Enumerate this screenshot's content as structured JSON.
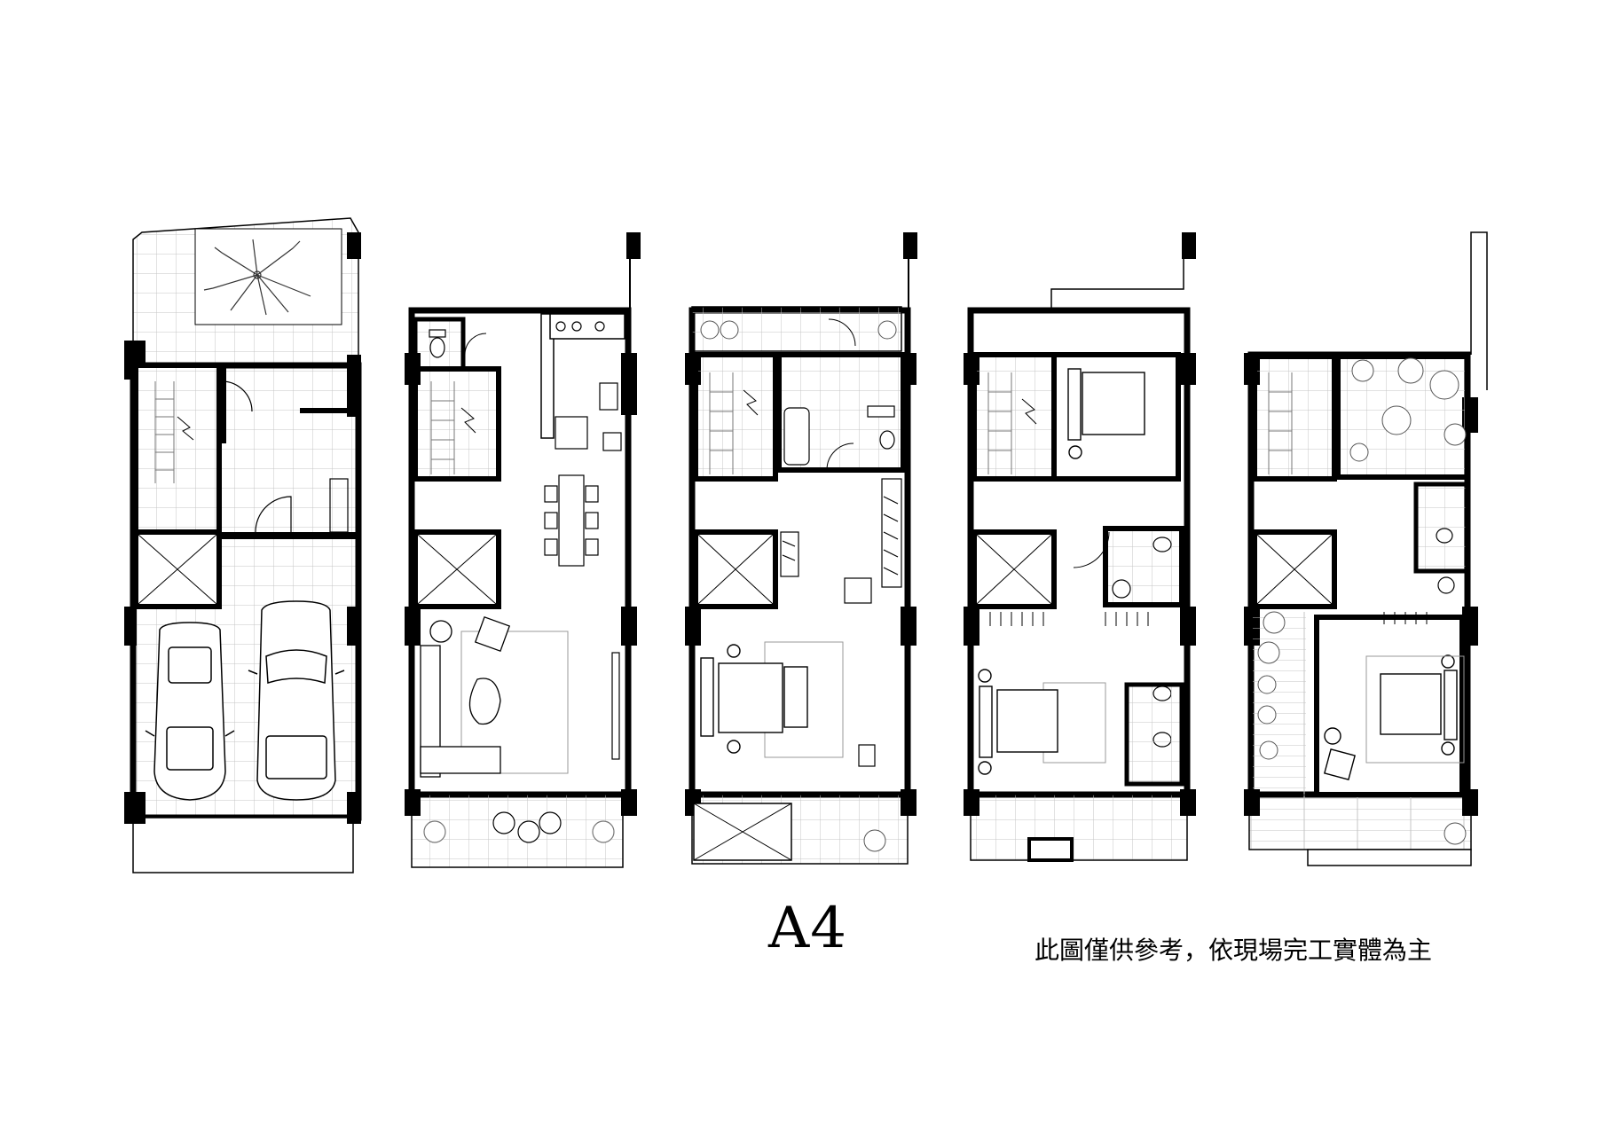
{
  "title": "A4",
  "disclaimer": "此圖僅供參考，依現場完工實體為主",
  "floors": [
    {
      "name": "floor-1",
      "features": [
        "garden-tree",
        "staircase",
        "elevator",
        "car",
        "car"
      ]
    },
    {
      "name": "floor-2",
      "features": [
        "toilet",
        "kitchen",
        "staircase",
        "dining-table",
        "elevator",
        "sofa",
        "balcony-chairs"
      ]
    },
    {
      "name": "floor-3",
      "features": [
        "balcony-plants",
        "staircase",
        "bathroom",
        "elevator",
        "wardrobe",
        "bed",
        "balcony"
      ]
    },
    {
      "name": "floor-4",
      "features": [
        "staircase",
        "bed",
        "bathroom",
        "elevator",
        "bed",
        "bathroom",
        "balcony"
      ]
    },
    {
      "name": "floor-5",
      "features": [
        "staircase",
        "roof-garden",
        "bathroom",
        "elevator",
        "bed",
        "terrace"
      ]
    }
  ],
  "colors": {
    "line": "#000000",
    "grid": "#bdbdbd",
    "background": "#ffffff"
  }
}
